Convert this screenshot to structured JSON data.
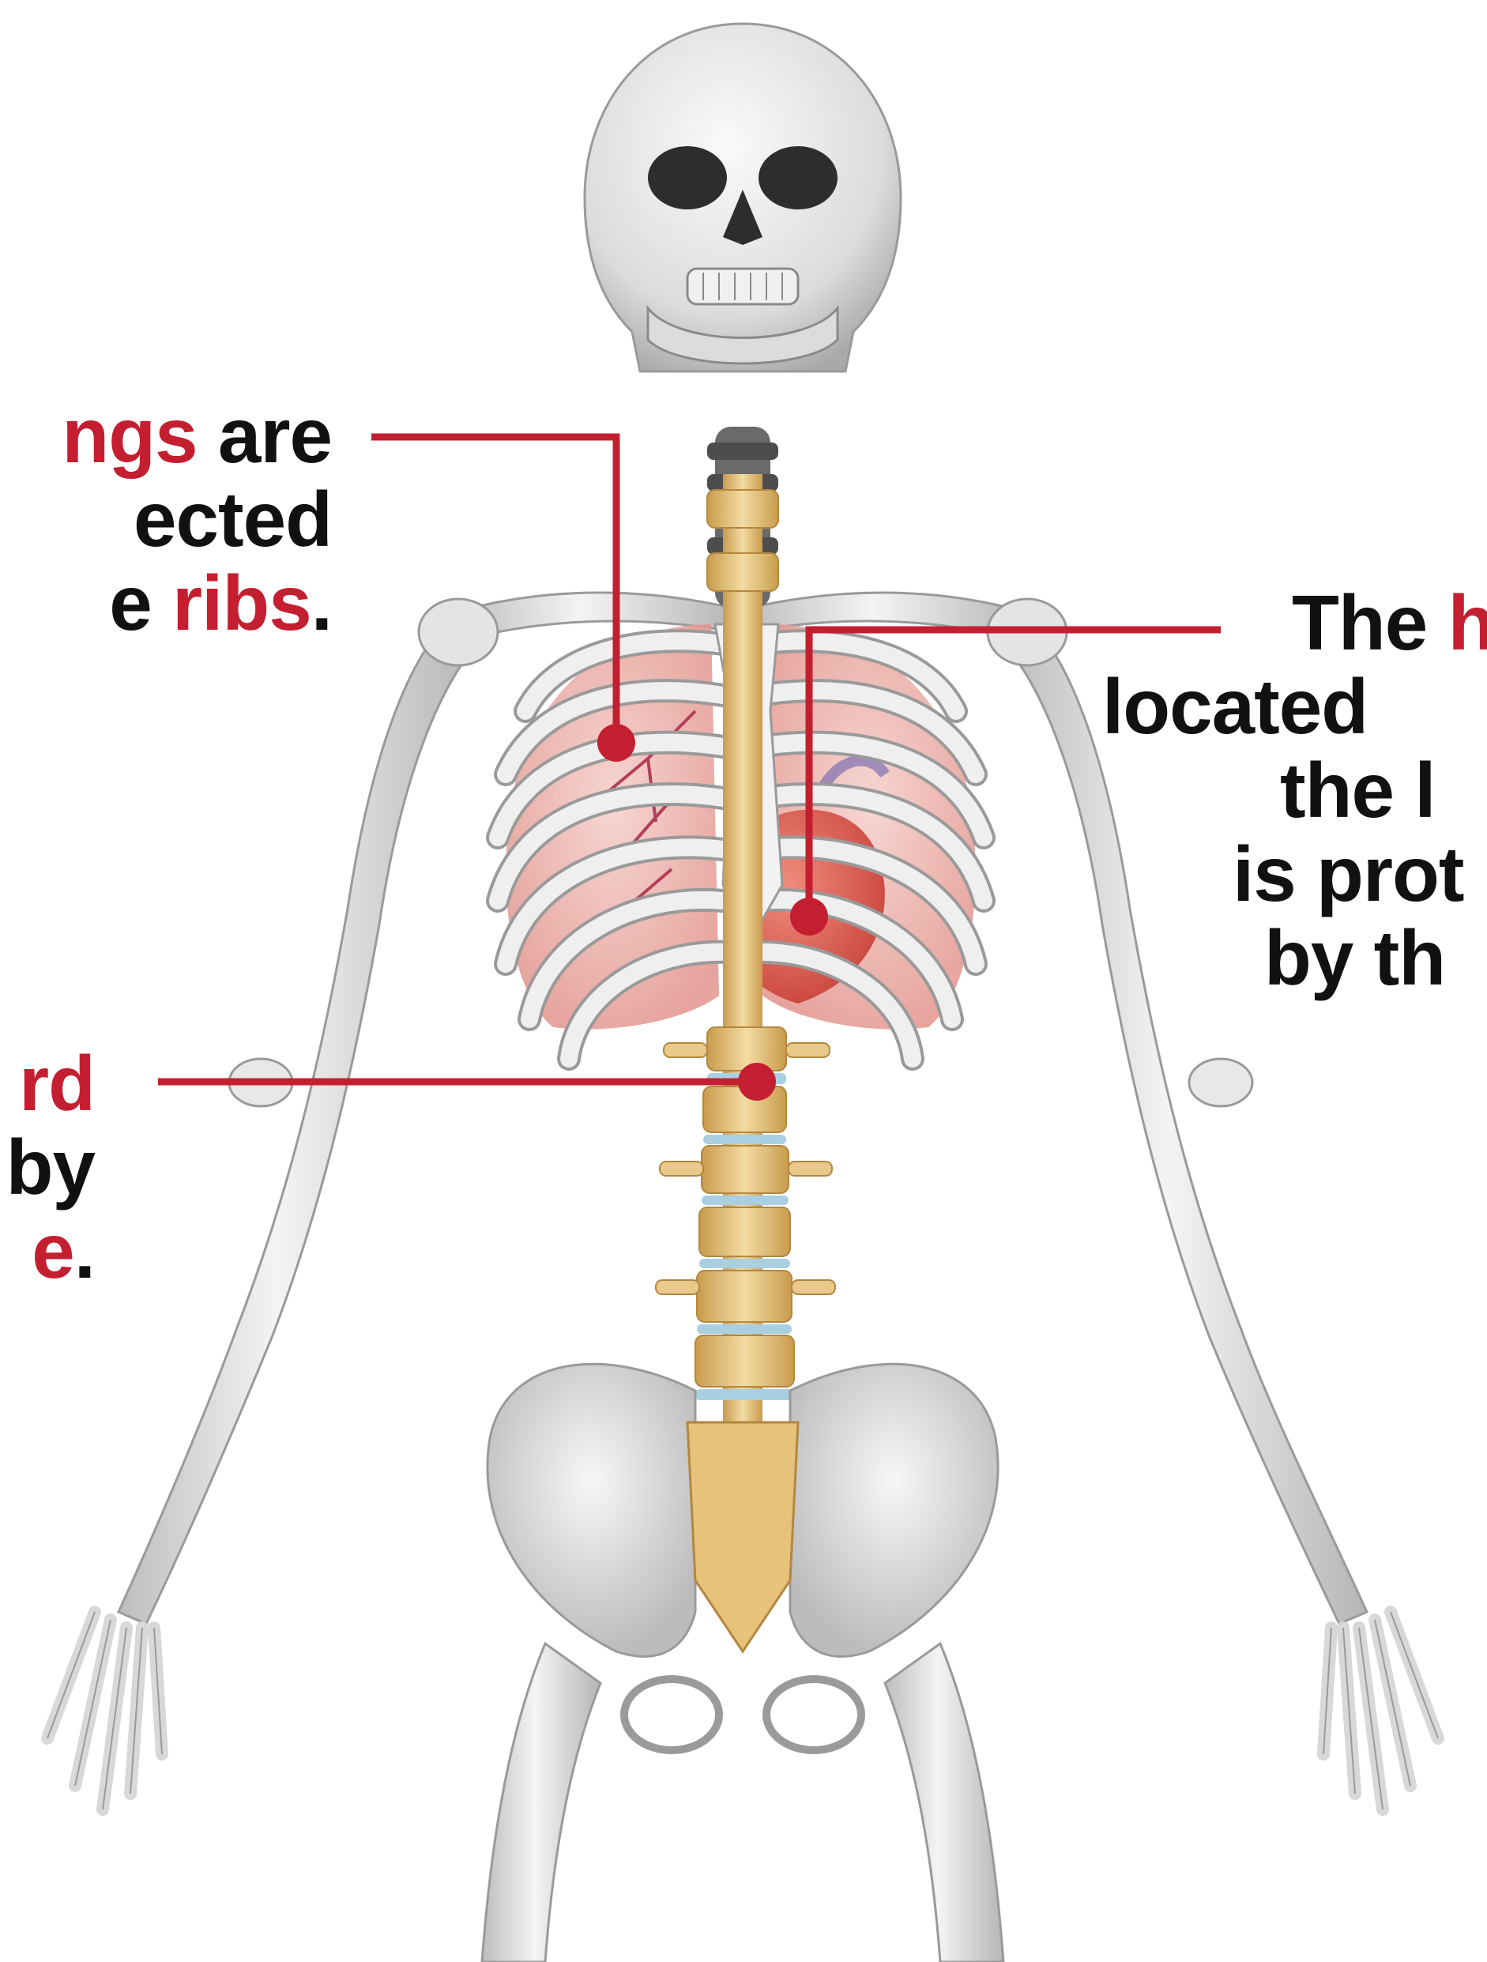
{
  "labels": {
    "lungs": {
      "line1_highlight": "ngs",
      "line1_rest": " are",
      "line2": "ected",
      "line3_pre": "e ",
      "line3_highlight": "ribs",
      "line3_post": "."
    },
    "heart": {
      "line1_pre": "The ",
      "line1_highlight": "h",
      "line2": "located",
      "line3": "the l",
      "line4": "is prot",
      "line5": "by th"
    },
    "spinal": {
      "line1_highlight": "rd",
      "line2": "by",
      "line3_highlight": "e",
      "line3_post": "."
    }
  },
  "colors": {
    "accent": "#c41f30",
    "text": "#111111",
    "bone": "#e6e6e6",
    "bone_shadow": "#a8a8a8",
    "spine": "#e3c27a",
    "disc": "#a9cfe0",
    "lung": "#efb7b2",
    "heart": "#d7453d"
  },
  "icons": [
    "skeleton-illustration",
    "lungs-illustration",
    "heart-illustration",
    "spine-illustration"
  ]
}
